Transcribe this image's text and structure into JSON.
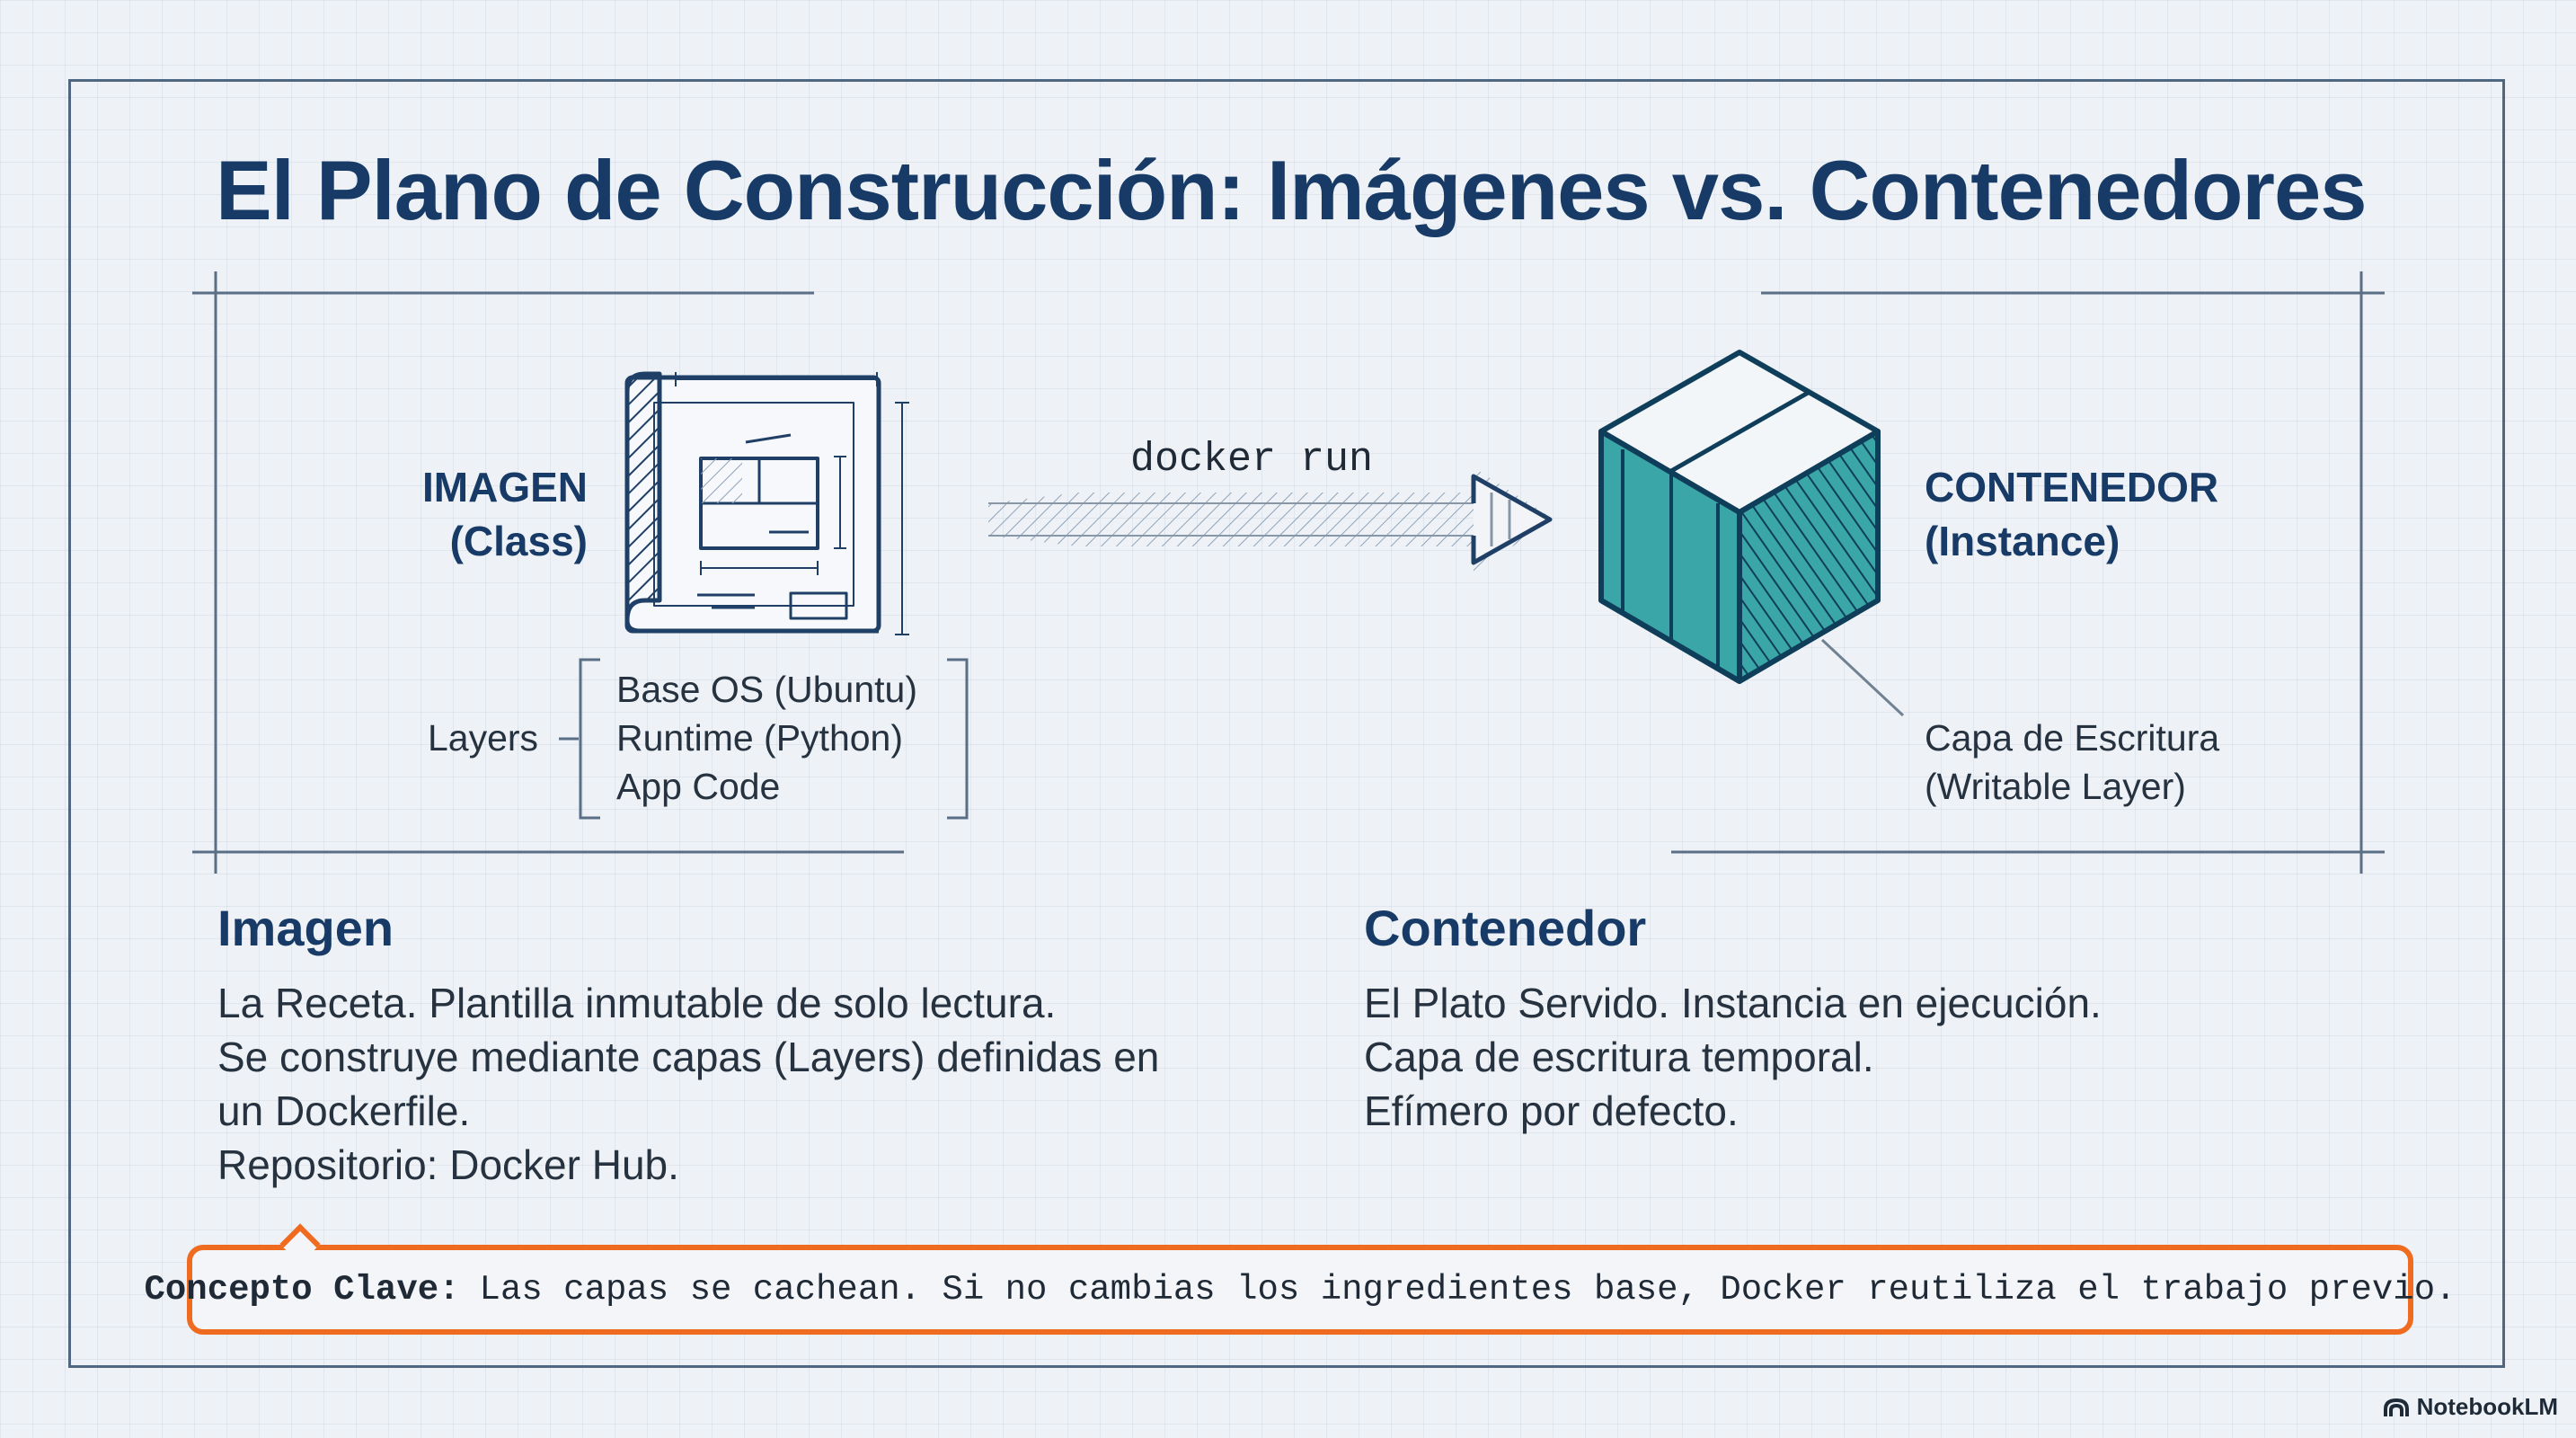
{
  "title": "El Plano de Construcción: Imágenes vs. Contenedores",
  "image_label": {
    "line1": "IMAGEN",
    "line2": "(Class)"
  },
  "container_label": {
    "line1": "CONTENEDOR",
    "line2": "(Instance)"
  },
  "command": "docker run",
  "layers": {
    "label": "Layers",
    "items": [
      "Base OS (Ubuntu)",
      "Runtime (Python)",
      "App Code"
    ]
  },
  "writable_layer": {
    "line1": "Capa de Escritura",
    "line2": "(Writable Layer)"
  },
  "sections": {
    "image": {
      "title": "Imagen",
      "lines": [
        "La Receta. Plantilla inmutable de solo lectura.",
        "Se construye mediante capas (Layers) definidas en",
        "un Dockerfile.",
        "Repositorio: Docker Hub."
      ]
    },
    "container": {
      "title": "Contenedor",
      "lines": [
        "El Plato Servido. Instancia en ejecución.",
        "Capa de escritura temporal.",
        "Efímero por defecto."
      ]
    }
  },
  "key_concept": {
    "keyword": "Concepto Clave:",
    "text": "Las capas se cachean. Si no cambias los ingredientes base, Docker reutiliza el trabajo previo."
  },
  "brand": "NotebookLM",
  "colors": {
    "title": "#173b66",
    "accent_orange": "#ef6b20",
    "teal": "#3aa6a8",
    "line": "#4f6781"
  },
  "icons": [
    "blueprint-icon",
    "arrow-icon",
    "container-cube-icon",
    "notebooklm-logo-icon"
  ]
}
